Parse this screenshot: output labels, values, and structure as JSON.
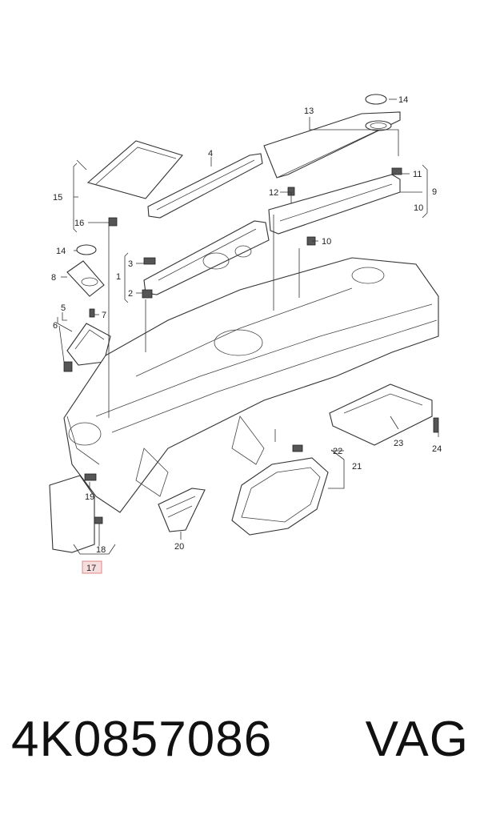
{
  "diagram": {
    "callouts": {
      "c1": "1",
      "c2": "2",
      "c3": "3",
      "c4": "4",
      "c5": "5",
      "c6": "6",
      "c7": "7",
      "c8": "8",
      "c9": "9",
      "c10a": "10",
      "c10b": "10",
      "c11": "11",
      "c12": "12",
      "c13": "13",
      "c14a": "14",
      "c14b": "14",
      "c15": "15",
      "c16": "16",
      "c17": "17",
      "c18": "18",
      "c19": "19",
      "c20": "20",
      "c21": "21",
      "c22": "22",
      "c23": "23",
      "c24": "24"
    },
    "highlighted_callout": "17"
  },
  "footer": {
    "part_number": "4K0857086",
    "brand": "VAG"
  }
}
